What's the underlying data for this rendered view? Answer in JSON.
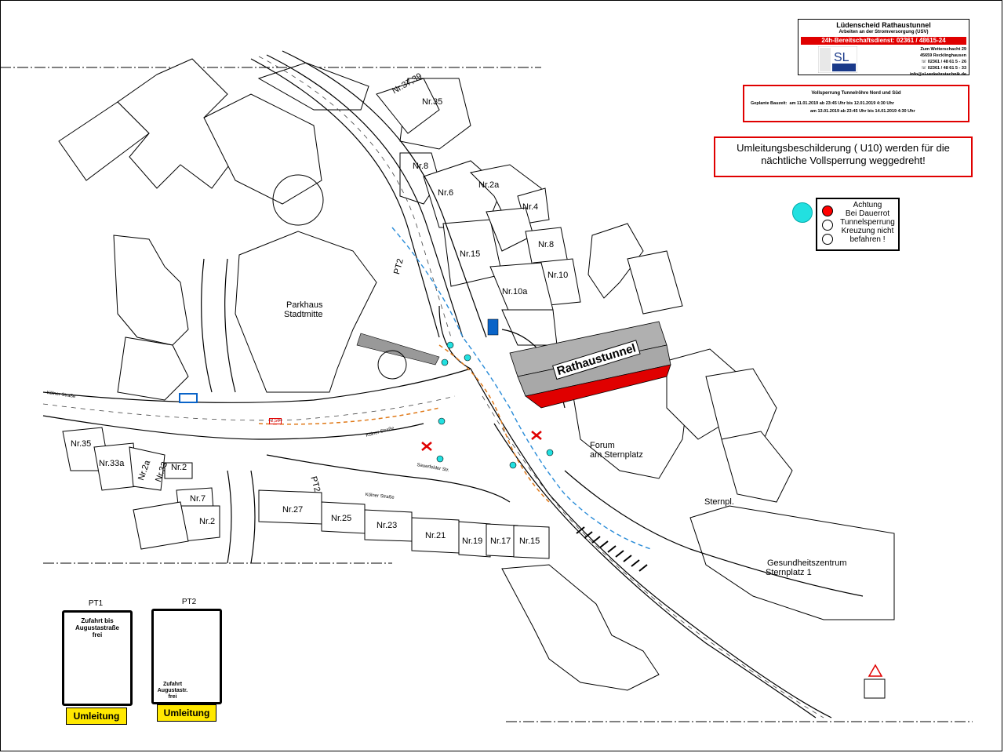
{
  "titleblock": {
    "title": "Lüdenscheid Rathaustunnel",
    "subtitle": "Arbeiten an der Stromversorgung (USV)",
    "hotline": "24h-Bereitschaftsdienst: 02361 / 48615-24",
    "logo_text": "SL",
    "address": [
      "Zum Wetterschacht 29",
      "45659 Recklinghausen",
      "☏ 02361 / 48 61 5 - 26",
      "☏ 02361 / 48 61 5 - 33",
      "info@sl-verkehrstechnik.de"
    ]
  },
  "closure": {
    "heading": "Vollsperrung Tunnelröhre Nord und Süd",
    "label": "Geplante Bauzeit:",
    "row1": "am 11.01.2019 ab 23:45 Uhr bis 12.01.2019 4:30 Uhr",
    "row2": "am 13.01.2019 ab 23:45 Uhr bis 14.01.2019 4:30 Uhr"
  },
  "notice": "Umleitungsbeschilderung ( U10) werden für die nächtliche Vollsperrung weggedreht!",
  "signal_legend": {
    "lines": [
      "Achtung",
      "Bei Dauerrot",
      "Tunnelsperrung",
      "Kreuzung nicht",
      "befahren !"
    ],
    "colors": {
      "active": "#ff0000",
      "inactive": "#ffffff",
      "marker": "#22e0e0"
    }
  },
  "map_labels": {
    "nr3739": "Nr.37,39",
    "nr35top": "Nr.35",
    "nr8a": "Nr.8",
    "nr6": "Nr.6",
    "nr2a": "Nr.2a",
    "nr4": "Nr.4",
    "nr8b": "Nr.8",
    "nr15a": "Nr.15",
    "nr10": "Nr.10",
    "nr10a": "Nr.10a",
    "parkhaus": "Parkhaus",
    "stadtmitte": "Stadtmitte",
    "tunnel": "Rathaustunnel",
    "forum": "Forum",
    "sternplatz": "am Sternplatz",
    "sternpl": "Sternpl.",
    "gesundheit": "Gesundheitszentrum",
    "sternplatz1": "Sternplatz 1",
    "nr35left": "Nr.35",
    "nr33a": "Nr.33a",
    "nr2aleft": "Nr.2a",
    "nr33": "Nr.33",
    "nr2left": "Nr.2",
    "nr7": "Nr.7",
    "nr2b": "Nr.2",
    "nr27": "Nr.27",
    "nr25": "Nr.25",
    "nr23": "Nr.23",
    "nr21": "Nr.21",
    "nr19": "Nr.19",
    "nr17": "Nr.17",
    "nr15b": "Nr.15",
    "pt2a": "PT2",
    "pt2b": "PT2",
    "koelner1": "Kölner Straße",
    "koelner2": "Kölner Straße",
    "koelner3": "Kölner Straße",
    "sauerfelder": "Sauerfelder Str.",
    "speed": "2,50"
  },
  "pt1": {
    "title": "PT1",
    "text": "Zufahrt bis Augustastraße frei",
    "banner": "Umleitung"
  },
  "pt2": {
    "title": "PT2",
    "text": "Zufahrt Augustastr. frei",
    "banner": "Umleitung"
  },
  "colors": {
    "accent_red": "#e00000",
    "banner_yellow": "#ffe800",
    "sign_blue": "#0a64c8",
    "tunnel_grey": "#b0b0b0"
  }
}
